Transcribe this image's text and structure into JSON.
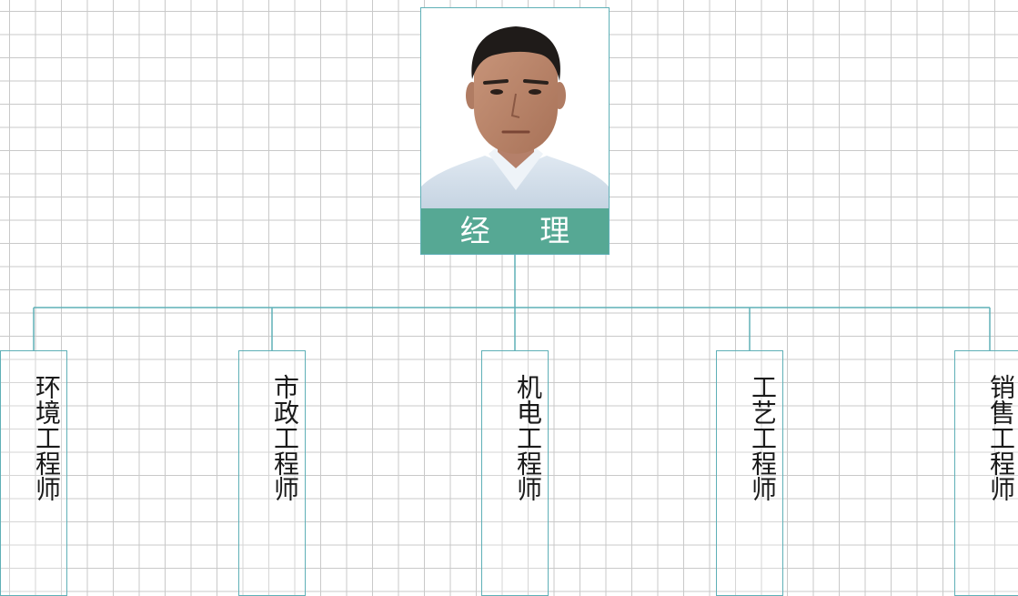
{
  "manager": {
    "title": "经 理",
    "photo_icon": "person-portrait"
  },
  "roles": [
    {
      "label": "环境工程师"
    },
    {
      "label": "市政工程师"
    },
    {
      "label": "机电工程师"
    },
    {
      "label": "工艺工程师"
    },
    {
      "label": "销售工程师"
    }
  ],
  "colors": {
    "accent": "#56a894",
    "border": "#5fb0b7",
    "grid": "#c9c9c9",
    "text": "#1a1a1a"
  }
}
